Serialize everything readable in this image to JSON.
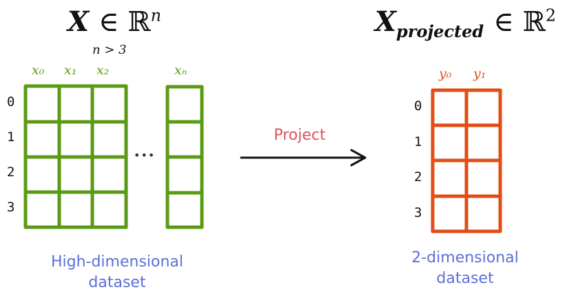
{
  "colors": {
    "input": "#5b9a14",
    "output": "#e24d16",
    "label": "#5c6fd8",
    "action": "#d9545a",
    "ink": "#111111"
  },
  "left": {
    "title_var": "X",
    "title_rest": "∈ ℝ",
    "title_exp": "n",
    "condition": "n > 3",
    "columns": [
      "x₀",
      "x₁",
      "x₂",
      "xₙ"
    ],
    "rows": [
      "0",
      "1",
      "2",
      "3"
    ],
    "ellipsis": "•••",
    "caption_line1": "High-dimensional",
    "caption_line2": "dataset"
  },
  "arrow": {
    "label": "Project"
  },
  "right": {
    "title_var": "X",
    "title_sub": "projected",
    "title_rest": "∈ ℝ",
    "title_exp": "2",
    "columns": [
      "y₀",
      "y₁"
    ],
    "rows": [
      "0",
      "1",
      "2",
      "3"
    ],
    "caption_line1": "2-dimensional",
    "caption_line2": "dataset"
  }
}
